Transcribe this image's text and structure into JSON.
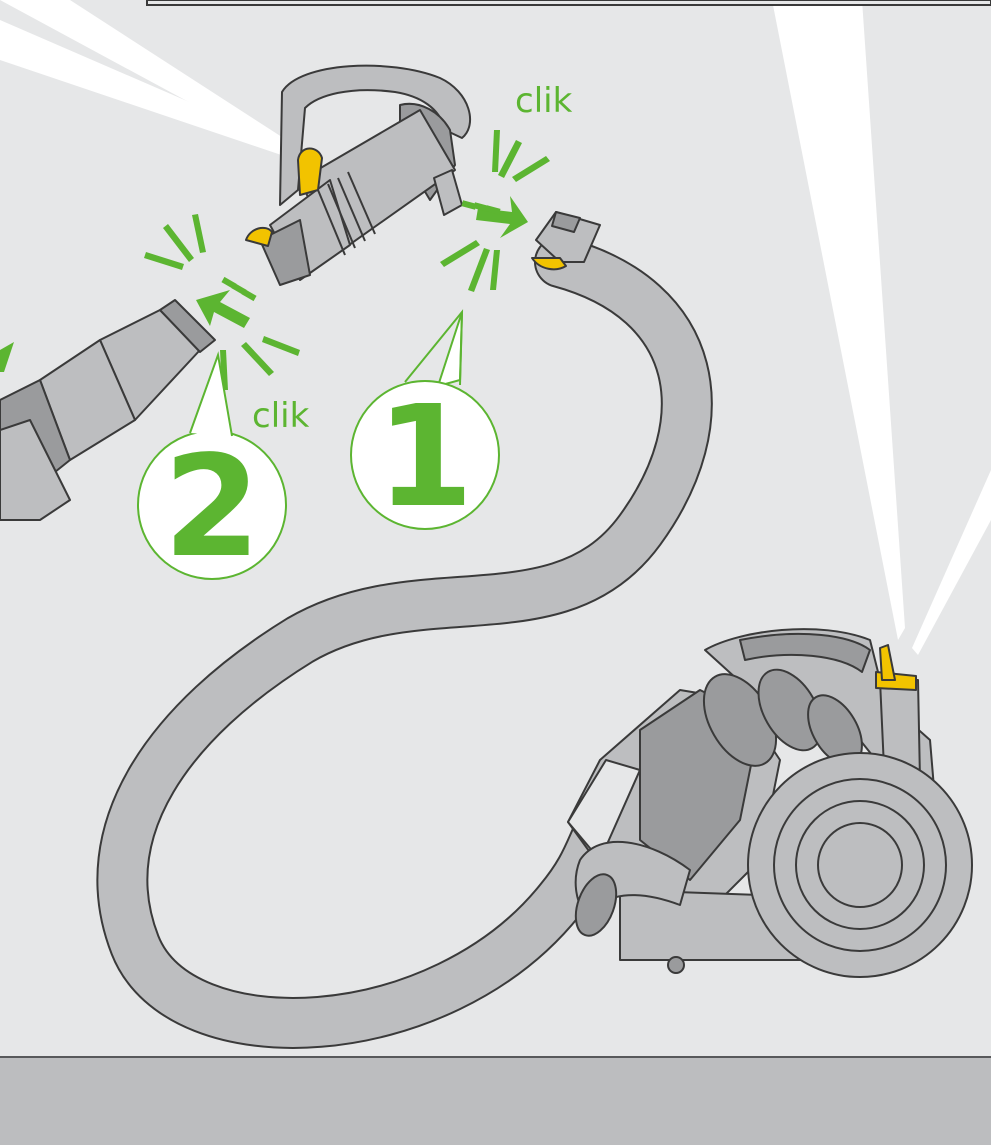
{
  "colors": {
    "background": "#e6e7e8",
    "panel": "#bcbdbf",
    "body_grey": "#bdbec0",
    "dark_grey": "#9a9b9d",
    "outline": "#3a3a3a",
    "green": "#5cb531",
    "yellow": "#f2c300",
    "light_beam": "#ffffff"
  },
  "labels": {
    "click_top": "clik",
    "click_bottom": "clik"
  },
  "steps": [
    {
      "number": "1"
    },
    {
      "number": "2"
    }
  ],
  "icons": [
    "arrow-icon",
    "click-burst-icon",
    "callout-bubble-icon",
    "light-beam-icon"
  ]
}
